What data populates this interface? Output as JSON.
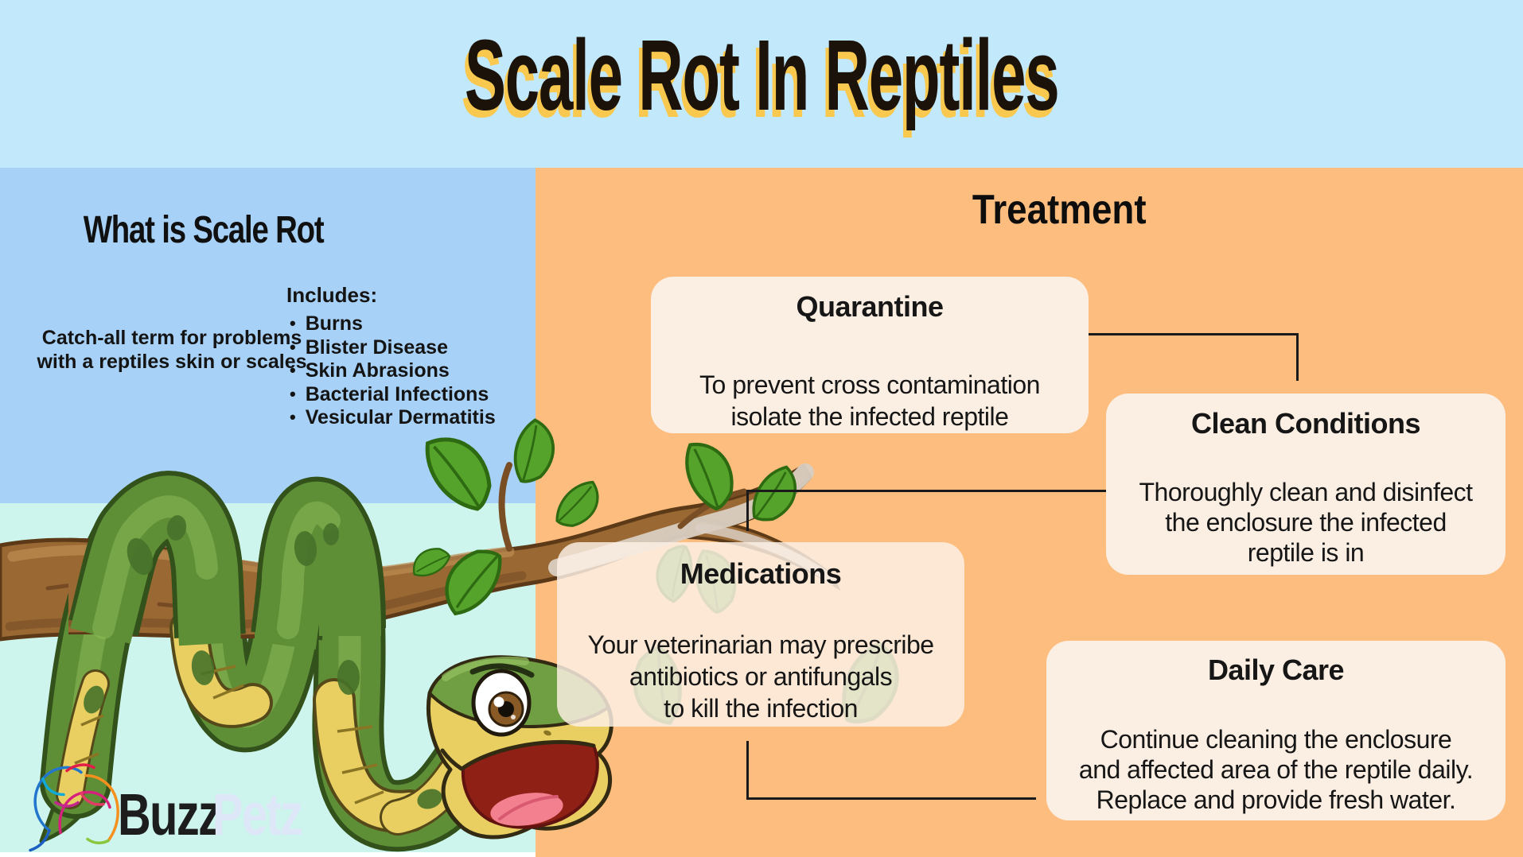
{
  "page_title": "Scale Rot In Reptiles",
  "colors": {
    "banner_blue": "#c2e8fb",
    "panel_blue": "#a7d1f6",
    "panel_orange": "#fcbd7e",
    "panel_mint": "#cdf5ed",
    "card_cream": "#fbeee2",
    "card_cream_translucent": "rgba(252,240,229,0.84)",
    "title_shadow": "#f9c84f",
    "connector": "#1a1a1a",
    "buzz_text": "#1d1d1d",
    "petz_text": "#dde7f8"
  },
  "left_panel": {
    "heading": "What is Scale Rot",
    "description_lines": [
      "Catch-all term for problems",
      "with a reptiles skin or scales"
    ],
    "includes_label": "Includes:",
    "includes": [
      "Burns",
      "Blister Disease",
      "Skin Abrasions",
      "Bacterial Infections",
      "Vesicular Dermatitis"
    ]
  },
  "treatment": {
    "heading": "Treatment",
    "cards": [
      {
        "title": "Quarantine",
        "lines": [
          "To prevent cross contamination",
          "isolate the infected reptile"
        ]
      },
      {
        "title": "Clean Conditions",
        "lines": [
          "Thoroughly clean and disinfect",
          "the enclosure the infected",
          "reptile is in"
        ]
      },
      {
        "title": "Medications",
        "lines": [
          "Your veterinarian may prescribe",
          "antibiotics or antifungals",
          "to kill the infection"
        ]
      },
      {
        "title": "Daily Care",
        "lines": [
          "Continue cleaning the enclosure",
          "and affected area of the reptile daily.",
          "Replace and provide fresh water."
        ]
      }
    ]
  },
  "logo": {
    "buzz": "Buzz",
    "petz": "Petz"
  },
  "illustration": {
    "description": "Cartoon green snake coiled around a leafy tree branch"
  }
}
